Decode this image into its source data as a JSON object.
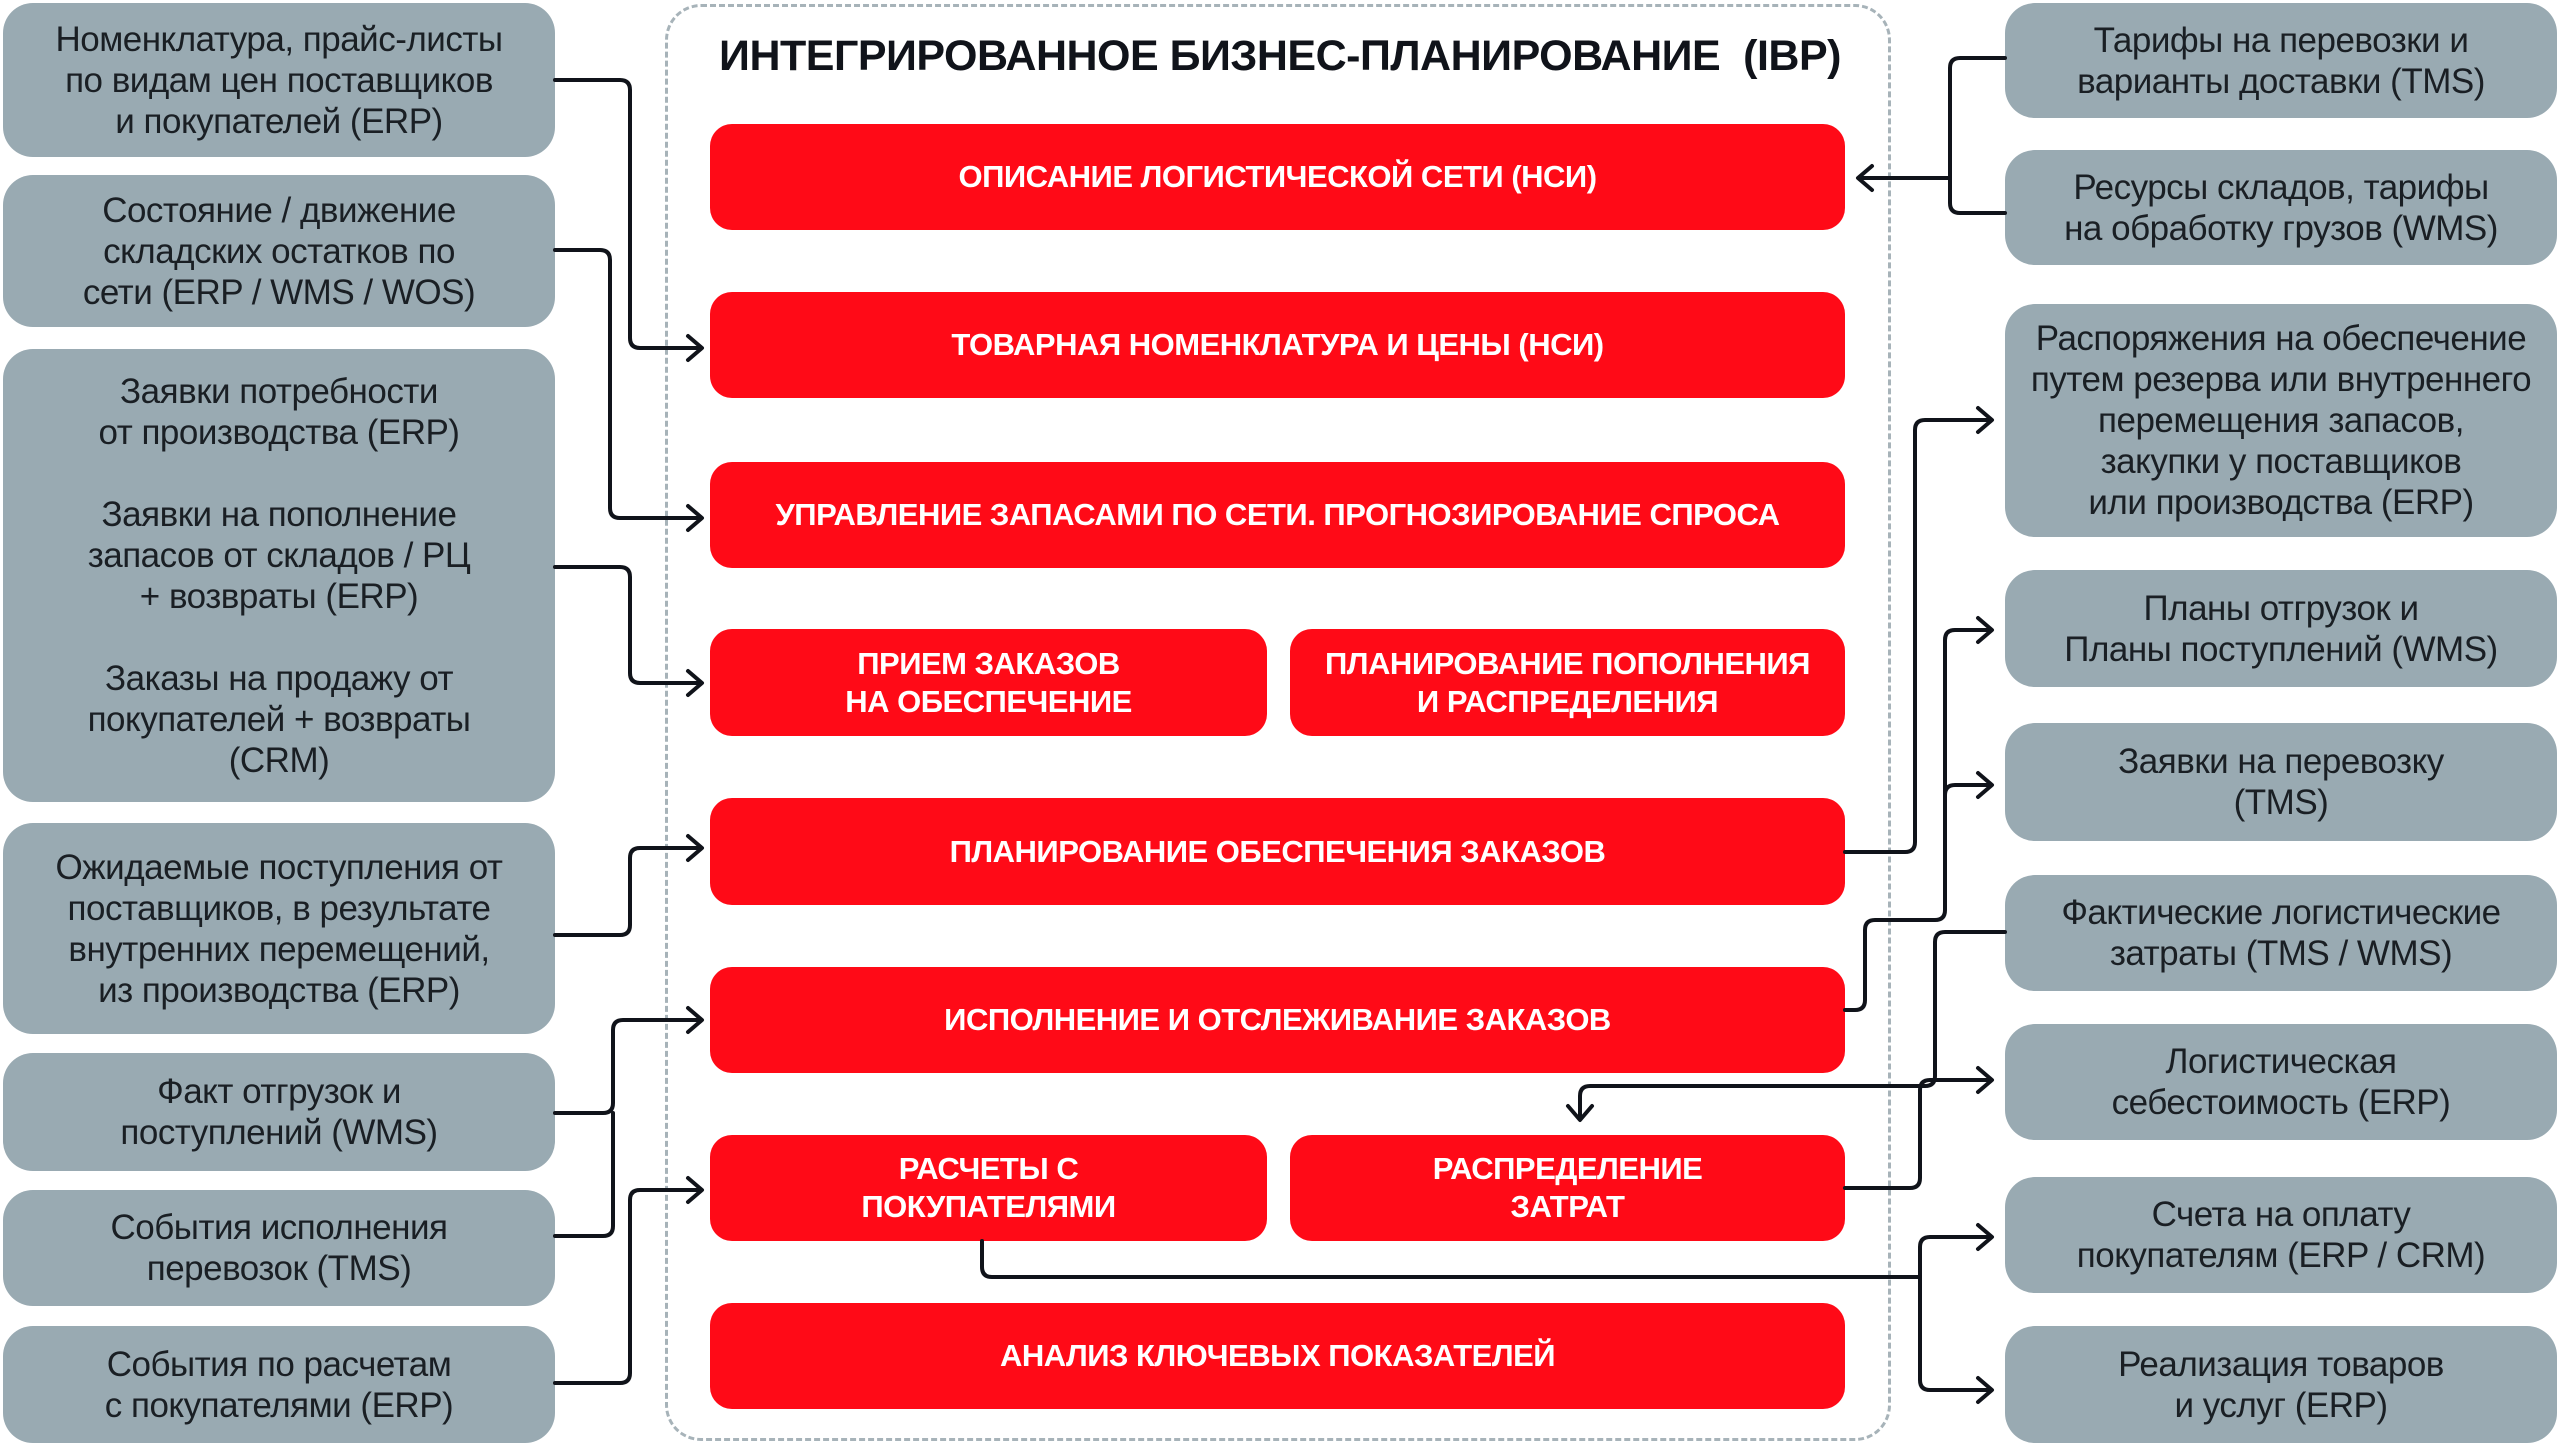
{
  "title": "ИНТЕГРИРОВАННОЕ БИЗНЕС-ПЛАНИРОВАНИЕ  (IBP)",
  "colors": {
    "process_red": "#ff0a17",
    "source_gray": "#99aab2",
    "connector": "#10131a",
    "container_border": "#a7b3b9"
  },
  "processes": [
    {
      "id": "logistics-network",
      "label": "ОПИСАНИЕ ЛОГИСТИЧЕСКОЙ СЕТИ (НСИ)"
    },
    {
      "id": "product-catalog",
      "label": "ТОВАРНАЯ НОМЕНКЛАТУРА И ЦЕНЫ (НСИ)"
    },
    {
      "id": "inventory-mgmt",
      "label": "УПРАВЛЕНИЕ ЗАПАСАМИ ПО СЕТИ. ПРОГНОЗИРОВАНИЕ СПРОСА"
    },
    {
      "id": "order-intake",
      "label": "ПРИЕМ ЗАКАЗОВ\nНА ОБЕСПЕЧЕНИЕ"
    },
    {
      "id": "replenishment-planning",
      "label": "ПЛАНИРОВАНИЕ ПОПОЛНЕНИЯ\nИ РАСПРЕДЕЛЕНИЯ"
    },
    {
      "id": "order-fulfillment-planning",
      "label": "ПЛАНИРОВАНИЕ ОБЕСПЕЧЕНИЯ ЗАКАЗОВ"
    },
    {
      "id": "order-execution",
      "label": "ИСПОЛНЕНИЕ И ОТСЛЕЖИВАНИЕ ЗАКАЗОВ"
    },
    {
      "id": "customer-settlements",
      "label": "РАСЧЕТЫ С\nПОКУПАТЕЛЯМИ"
    },
    {
      "id": "cost-allocation",
      "label": "РАСПРЕДЕЛЕНИЕ\nЗАТРАТ"
    },
    {
      "id": "kpi-analysis",
      "label": "АНАЛИЗ КЛЮЧЕВЫХ ПОКАЗАТЕЛЕЙ"
    }
  ],
  "inputs_left": [
    {
      "label": "Номенклатура, прайс-листы\nпо видам цен поставщиков\nи покупателей (ERP)"
    },
    {
      "label": "Состояние / движение\nскладских остатков по\nсети (ERP / WMS / WOS)"
    },
    {
      "items": [
        "Заявки потребности\nот производства (ERP)",
        "Заявки на пополнение\nзапасов от складов / РЦ\n+ возвраты (ERP)",
        "Заказы на продажу от\nпокупателей + возвраты\n(CRM)"
      ]
    },
    {
      "label": "Ожидаемые поступления от\nпоставщиков, в результате\nвнутренних перемещений,\nиз производства (ERP)"
    },
    {
      "label": "Факт отгрузок и\nпоступлений (WMS)"
    },
    {
      "label": "События исполнения\nперевозок (TMS)"
    },
    {
      "label": "События по расчетам\nс покупателями (ERP)"
    }
  ],
  "outputs_right": [
    {
      "label": "Тарифы на перевозки и\nварианты доставки (TMS)"
    },
    {
      "label": "Ресурсы складов, тарифы\nна обработку грузов (WMS)"
    },
    {
      "label": "Распоряжения на обеспечение\nпутем резерва или внутреннего\nперемещения запасов,\nзакупки у поставщиков\nили производства (ERP)"
    },
    {
      "label": "Планы отгрузок и\nПланы поступлений (WMS)"
    },
    {
      "label": "Заявки на перевозку\n(TMS)"
    },
    {
      "label": "Фактические логистические\nзатраты (TMS / WMS)"
    },
    {
      "label": "Логистическая\nсебестоимость (ERP)"
    },
    {
      "label": "Счета на оплату\nпокупателям (ERP / CRM)"
    },
    {
      "label": "Реализация товаров\nи услуг (ERP)"
    }
  ]
}
